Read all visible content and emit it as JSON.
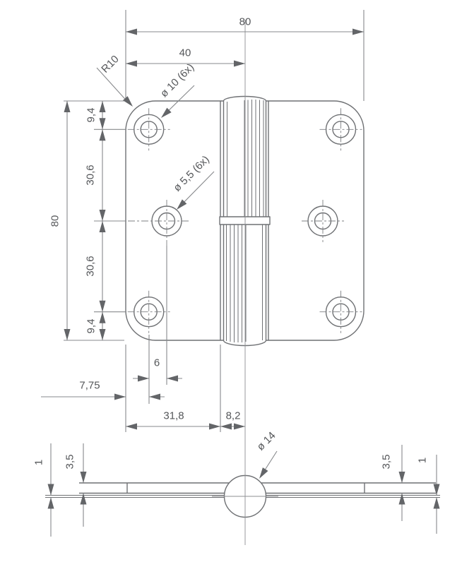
{
  "colors": {
    "part_line": "#6f7174",
    "dimension_line": "#87898c",
    "arrow": "#636568",
    "text": "#55575a",
    "background": "#ffffff"
  },
  "top_view": {
    "width_total": "80",
    "width_to_pin": "40",
    "corner_radius": "R10",
    "countersink_label": "ø 10 (6x)",
    "hole_label": "ø 5,5 (6x)",
    "height_total": "80",
    "top_edge_to_hole": "9,4",
    "upper_hole_spacing": "30,6",
    "lower_hole_spacing": "30,6",
    "bottom_edge_to_hole": "9,4",
    "hole_column_offset": "6",
    "edge_to_hole_column": "7,75",
    "leaf_width": "31,8",
    "leaf_edge_to_pin": "8,2"
  },
  "section_view": {
    "knuckle_diameter": "ø 14",
    "left_sheet_thickness": "1",
    "left_leaf_thickness": "3,5",
    "right_leaf_thickness": "3,5",
    "right_sheet_thickness": "1"
  }
}
